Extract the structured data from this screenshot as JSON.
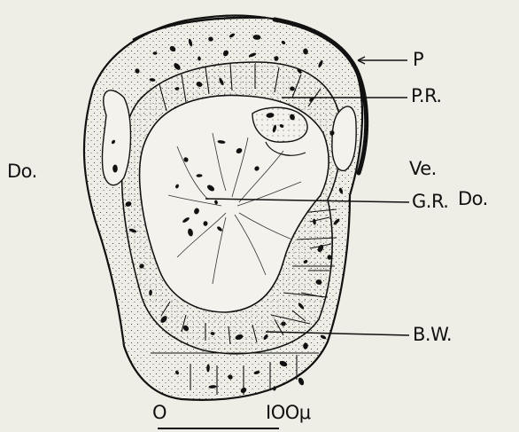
{
  "labels": {
    "p": "P",
    "pr": "P.R.",
    "ve": "Ve.",
    "gr": "G.R.",
    "do_left": "Do.",
    "do_right": "Do.",
    "bw": "B.W."
  },
  "scale_bar": {
    "start_label": "O",
    "end_label": "IOOμ"
  },
  "colors": {
    "background": "#efeee6",
    "ink": "#111111",
    "lumen": "#f3f2ec"
  }
}
